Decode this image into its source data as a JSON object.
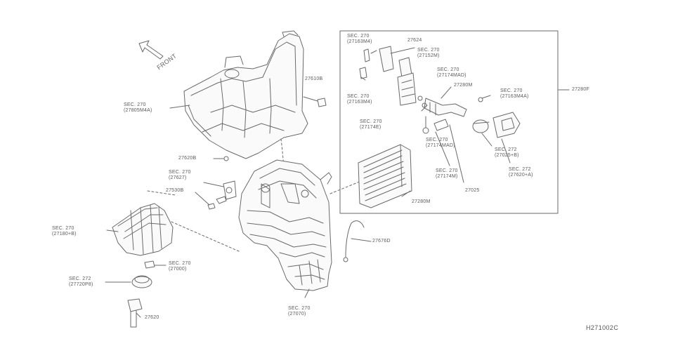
{
  "diagram_code": "H271002C",
  "front_label": "FRONT",
  "labels": {
    "sec270_27805": [
      "SEC. 270",
      "(27805M4A)"
    ],
    "p27610b": "27610B",
    "p27620b": "27620B",
    "sec270_27771": [
      "SEC. 270",
      "(27627)"
    ],
    "p27530b": "27530B",
    "sec270_27180": [
      "SEC. 270",
      "(27180+B)"
    ],
    "sec270_27000": [
      "SEC. 270",
      "(27000)"
    ],
    "sec272_27720": [
      "SEC. 272",
      "(27720P8)"
    ],
    "p27620": "27620",
    "sec270_27070": [
      "SEC. 270",
      "(27070)"
    ],
    "p27676d": "27676D",
    "box_sec270_a": [
      "SEC. 270",
      "(27163M4)"
    ],
    "box_p27624": "27624",
    "box_sec270_b": [
      "SEC. 270",
      "(27152M)"
    ],
    "box_sec270_c": [
      "SEC. 270",
      "(27163M4)"
    ],
    "box_sec270_d": [
      "SEC. 270",
      "(27174MAD)"
    ],
    "box_p27280m": "27280M",
    "box_sec270_e": [
      "SEC. 270",
      "(27163M4A)"
    ],
    "box_sec270_f": [
      "SEC. 270",
      "(27174E)"
    ],
    "box_sec270_g": [
      "SEC. 270",
      "(27174MAD)"
    ],
    "box_sec272_h": [
      "SEC. 272",
      "(27025+B)"
    ],
    "box_sec270_i": [
      "SEC. 270",
      "(27174M)"
    ],
    "box_sec272_j": [
      "SEC. 272",
      "(27620+A)"
    ],
    "box_p27025": "27025",
    "box_p27280m2": "27280M",
    "p27280f": "27280F"
  }
}
